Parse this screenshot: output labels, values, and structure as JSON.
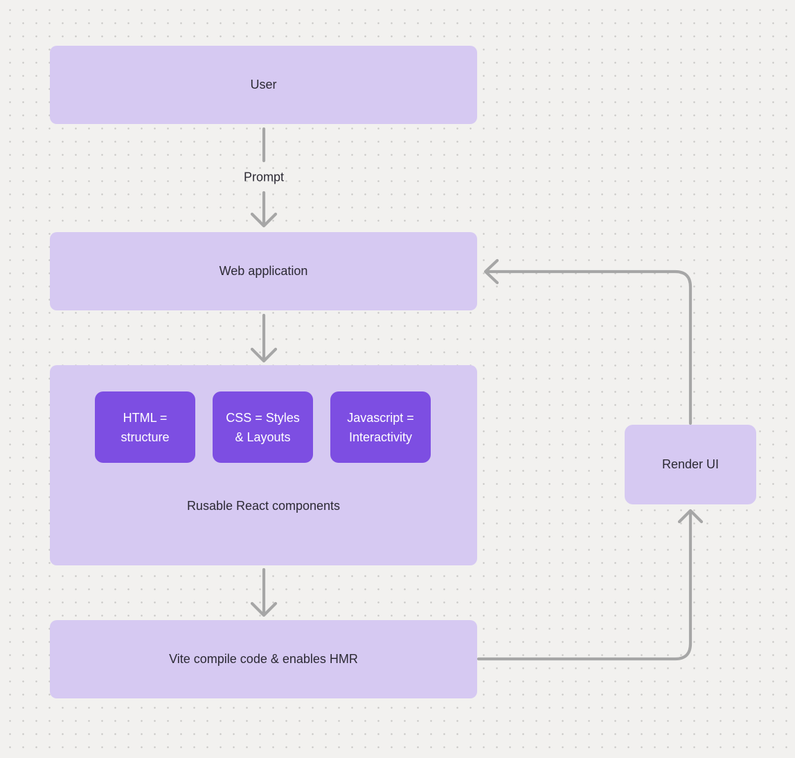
{
  "diagram": {
    "type": "flowchart",
    "background": {
      "fill": "#f2f1ef",
      "dot_color": "#c7c6c4"
    },
    "colors": {
      "node_fill": "#d6c9f2",
      "chip_fill": "#7d4ee2",
      "connector": "#a6a6a6",
      "node_text": "#2b2933",
      "chip_text": "#ffffff"
    },
    "nodes": {
      "user": {
        "label": "User"
      },
      "web_application": {
        "label": "Web application"
      },
      "components": {
        "caption": "Rusable React components",
        "chips": [
          {
            "lines": [
              "HTML =",
              "structure"
            ]
          },
          {
            "lines": [
              "CSS = Styles",
              "& Layouts"
            ]
          },
          {
            "lines": [
              "Javascript =",
              "Interactivity"
            ]
          }
        ]
      },
      "vite": {
        "label": "Vite compile code & enables HMR"
      },
      "render_ui": {
        "label": "Render UI"
      }
    },
    "edges": [
      {
        "from": "user",
        "to": "web_application",
        "label": "Prompt"
      },
      {
        "from": "web_application",
        "to": "components"
      },
      {
        "from": "components",
        "to": "vite"
      },
      {
        "from": "vite",
        "to": "render_ui"
      },
      {
        "from": "render_ui",
        "to": "web_application"
      }
    ]
  }
}
